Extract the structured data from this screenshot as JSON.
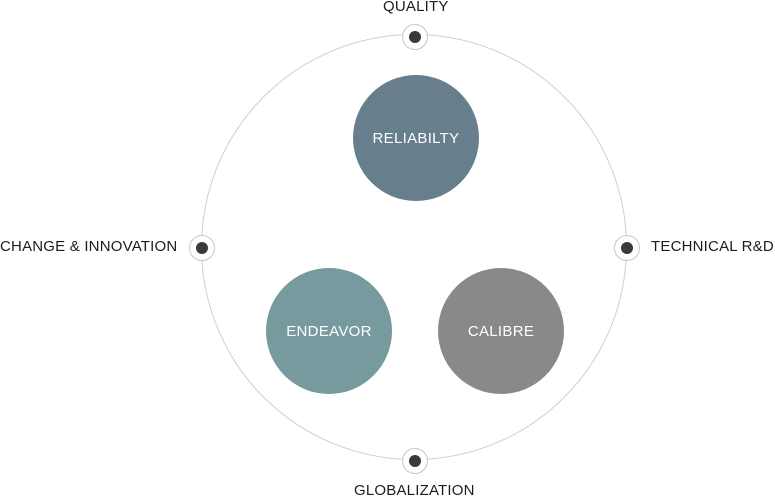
{
  "orbit_labels": {
    "top": "QUALITY",
    "right": "TECHNICAL R&D",
    "bottom": "GLOBALIZATION",
    "left": "CHANGE & INNOVATION"
  },
  "core_values": {
    "reliability": "RELIABILTY",
    "endeavor": "ENDEAVOR",
    "calibre": "CALIBRE"
  },
  "colors": {
    "reliability": "#677e8c",
    "endeavor": "#779a9e",
    "calibre": "#8a888b",
    "node_dot": "#3a3a3a",
    "ring": "#cfcfcf"
  }
}
